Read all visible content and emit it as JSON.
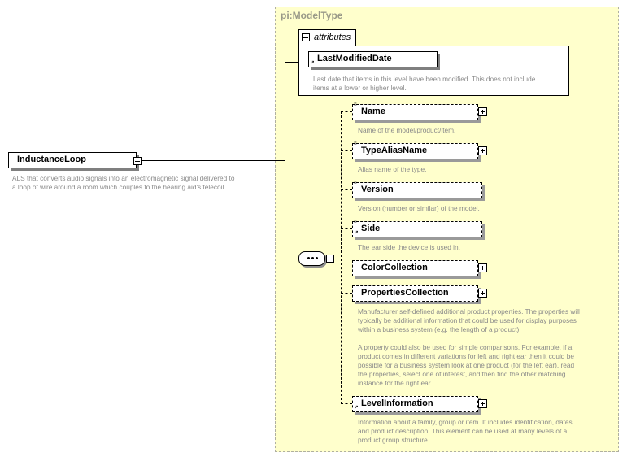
{
  "root": {
    "name": "InductanceLoop",
    "description_lines": [
      "ALS that converts audio signals into an electromagnetic signal delivered to",
      "a loop of wire around a room which couples to the hearing aid's telecoil."
    ]
  },
  "type": {
    "title": "pi:ModelType",
    "attributes_label": "attributes",
    "attributes": [
      {
        "name": "LastModifiedDate",
        "description_lines": [
          "Last date that items in this level have been modified. This does not include",
          "items at a lower or higher level."
        ]
      }
    ],
    "elements": [
      {
        "name": "Name",
        "description_lines": [
          "Name of the model/product/item."
        ]
      },
      {
        "name": "TypeAliasName",
        "description_lines": [
          "Alias name of the type."
        ]
      },
      {
        "name": "Version",
        "description_lines": [
          "Version (number or similar) of the model."
        ]
      },
      {
        "name": "Side",
        "description_lines": [
          "The ear side the device is used in."
        ]
      },
      {
        "name": "ColorCollection",
        "description_lines": []
      },
      {
        "name": "PropertiesCollection",
        "description_lines": [
          "Manufacturer self-defined additional product properties.  The properties will",
          "typically be additional information that could be used for display purposes",
          "within a business system (e.g. the length of a product).",
          "",
          "A property could also be used for simple comparisons.  For example, if a",
          "product comes in different variations for left and right ear then it could be",
          "possible for a business system look at one product (for the left ear), read",
          "the properties, select one of interest, and then find the other matching",
          "instance for the right ear."
        ]
      },
      {
        "name": "LevelInformation",
        "description_lines": [
          "Information about a family, group or item. It includes identification, dates",
          "and product description. This element can be used at many levels of a",
          "product group structure."
        ]
      }
    ]
  }
}
